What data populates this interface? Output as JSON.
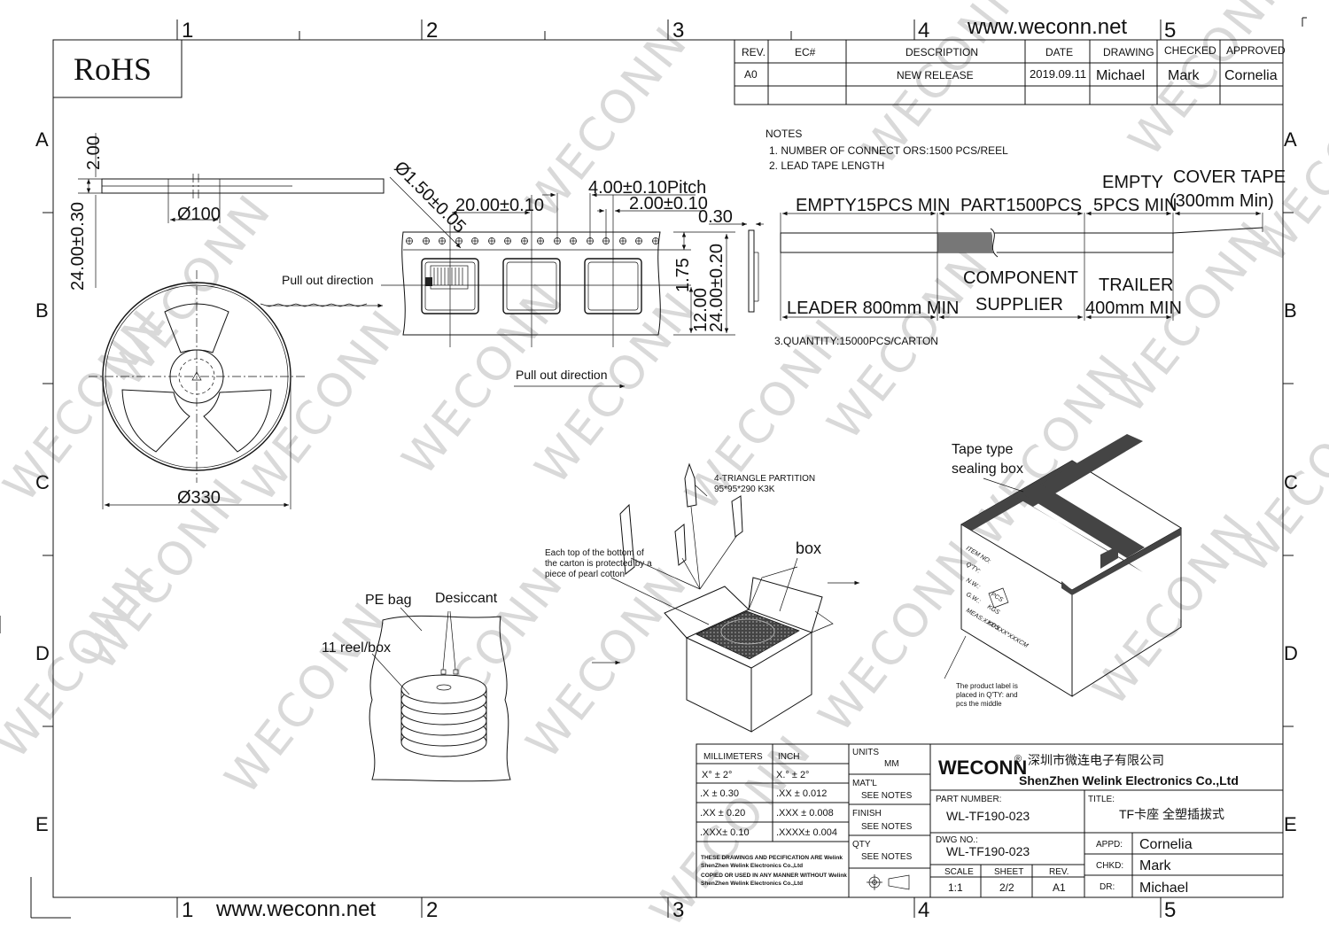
{
  "site_url_top": "www.weconn.net",
  "site_url_bottom": "www.weconn.net",
  "watermark": "WECONN",
  "rohs": "RoHS",
  "zone_cols": [
    "1",
    "2",
    "3",
    "4",
    "5"
  ],
  "zone_rows": [
    "A",
    "B",
    "C",
    "D",
    "E"
  ],
  "revision_table": {
    "headers": [
      "REV.",
      "EC#",
      "DESCRIPTION",
      "DATE",
      "DRAWING",
      "CHECKED",
      "APPROVED"
    ],
    "row": [
      "A0",
      "",
      "NEW RELEASE",
      "2019.09.11",
      "Michael",
      "Mark",
      "Cornelia"
    ]
  },
  "notes": {
    "title": "NOTES",
    "line1": "1. NUMBER OF CONNECT ORS:1500 PCS/REEL",
    "line2": "2. LEAD TAPE LENGTH",
    "line3": "3.QUANTITY:15000PCS/CARTON"
  },
  "tape_length": {
    "empty_leader": "EMPTY15PCS MIN",
    "part": "PART1500PCS",
    "empty_trailer_1": "EMPTY",
    "empty_trailer_2": "5PCS MIN",
    "cover_1": "COVER TAPE",
    "cover_2": "(300mm Min)",
    "leader": "LEADER 800mm MIN",
    "component_1": "COMPONENT",
    "component_2": "SUPPLIER",
    "trailer_1": "TRAILER",
    "trailer_2": "400mm MIN"
  },
  "reel_dims": {
    "hub_thickness": "2.00",
    "reel_width": "24.00±0.30",
    "hub_diameter": "Ø100",
    "reel_diameter": "Ø330"
  },
  "tape_dims": {
    "hole": "Ø1.50±0.05",
    "cavity_pitch": "20.00±0.10",
    "hole_pitch": "4.00±0.10Pitch",
    "hole_offset": "2.00±0.10",
    "thickness": "0.30",
    "edge": "1.75",
    "tape_width": "24.00±0.20",
    "center": "12.00"
  },
  "pull_direction_1": "Pull out direction",
  "pull_direction_2": "Pull out direction",
  "packing": {
    "pe_bag": "PE bag",
    "desiccant": "Desiccant",
    "reels": "11 reel/box",
    "partition_1": "4-TRIANGLE PARTITION",
    "partition_2": "95*95*290 K3K",
    "pearl_1": "Each top of the bottom of",
    "pearl_2": "the carton is protected by a",
    "pearl_3": "piece of pearl cotton",
    "box": "box",
    "sealing_1": "Tape type",
    "sealing_2": "sealing box",
    "label_1": "The product label is",
    "label_2": "placed in Q'TY: and",
    "label_3": "pcs the middle",
    "carton_item": "ITEM NO:",
    "carton_qty": "Q'TY:",
    "carton_pcs": "PCS",
    "carton_nw": "N.W.:",
    "carton_gw": "G.W.:",
    "carton_kgs1": "KGS",
    "carton_kgs2": "KGS",
    "carton_meas": "MEAS:XXX*XXX*XXXCM"
  },
  "title_block": {
    "tol_head_mm": "MILLIMETERS",
    "tol_head_inch": "INCH",
    "tol_mm": [
      "X°  ±  2°",
      ".X    ± 0.30",
      ".XX   ± 0.20",
      ".XXX±  0.10"
    ],
    "tol_inch": [
      "X.°  ±  2°",
      ".XX    ± 0.012",
      ".XXX   ± 0.008",
      ".XXXX± 0.004"
    ],
    "disclaimer": [
      "THESE DRAWINGS AND PECIFICATION ARE Welink",
      "ShenZhen Welink Electronics Co.,Ltd",
      "COPIED OR USED IN ANY MANNER WITHOUT Welink",
      "ShenZhen Welink Electronics Co.,Ltd"
    ],
    "units_label": "UNITS",
    "units_value": "MM",
    "matl_label": "MAT'L",
    "matl_value": "SEE NOTES",
    "finish_label": "FINISH",
    "finish_value": "SEE NOTES",
    "qty_label": "QTY",
    "qty_value": "SEE NOTES",
    "brand": "WECONN",
    "reg": "®",
    "company_cn": "深圳市微连电子有限公司",
    "company_en": "ShenZhen Welink Electronics Co.,Ltd",
    "part_number_label": "PART NUMBER:",
    "part_number": "WL-TF190-023",
    "title_label": "TITLE:",
    "title": "TF卡座 全塑插拔式",
    "dwg_label": "DWG NO.:",
    "dwg_no": "WL-TF190-023",
    "scale_label": "SCALE",
    "scale": "1:1",
    "sheet_label": "SHEET",
    "sheet": "2/2",
    "rev_label": "REV.",
    "rev": "A1",
    "appd_label": "APPD:",
    "appd": "Cornelia",
    "chkd_label": "CHKD:",
    "chkd": "Mark",
    "dr_label": "DR:",
    "dr": "Michael"
  }
}
